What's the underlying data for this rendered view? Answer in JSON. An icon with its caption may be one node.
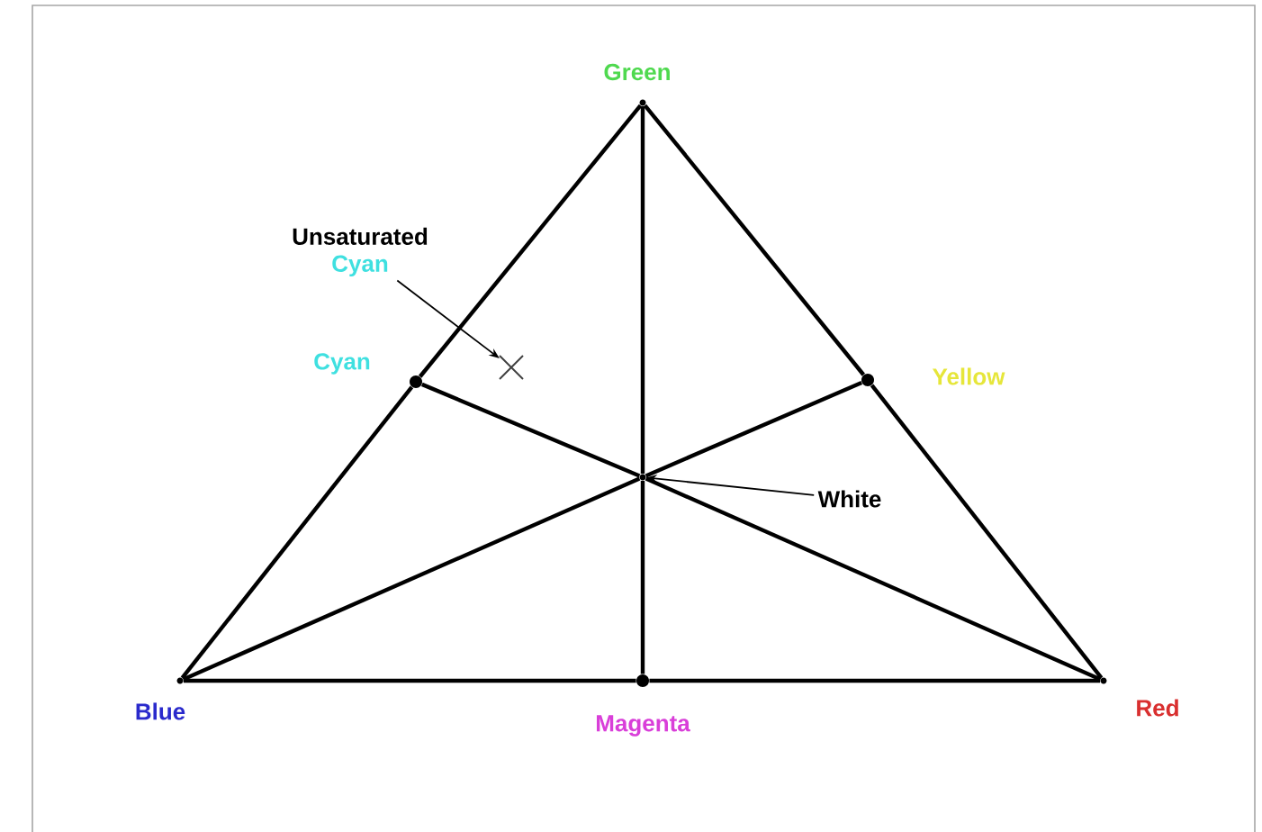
{
  "diagram": {
    "nodes": [
      {
        "text": [],
        "shape": "point",
        "beside": [
          "Green"
        ]
      },
      {
        "text": [],
        "shape": "dot",
        "beside": [
          "Cyan"
        ]
      },
      {
        "text": [],
        "shape": "dot",
        "beside": [
          "Yellow"
        ]
      },
      {
        "text": [],
        "shape": "point",
        "beside": [
          "Blue"
        ]
      },
      {
        "text": [],
        "shape": "dot",
        "beside": [
          "Magenta"
        ]
      },
      {
        "text": [],
        "shape": "point",
        "beside": [
          "Red"
        ]
      },
      {
        "text": [],
        "shape": "point"
      },
      {
        "text": [
          "White"
        ]
      },
      {
        "text": [
          "Unsaturated",
          "Cyan"
        ]
      },
      {
        "text": [],
        "shape": "cross"
      }
    ],
    "edges": [
      {
        "from": 0,
        "to": 1,
        "arrow": "none"
      },
      {
        "from": 1,
        "to": 3,
        "arrow": "none"
      },
      {
        "from": 3,
        "to": 4,
        "arrow": "none"
      },
      {
        "from": 4,
        "to": 5,
        "arrow": "none"
      },
      {
        "from": 5,
        "to": 2,
        "arrow": "none"
      },
      {
        "from": 2,
        "to": 0,
        "arrow": "none"
      },
      {
        "from": 0,
        "to": 6,
        "arrow": "none"
      },
      {
        "from": 6,
        "to": 4,
        "arrow": "none"
      },
      {
        "from": 3,
        "to": 6,
        "arrow": "none"
      },
      {
        "from": 6,
        "to": 2,
        "arrow": "none"
      },
      {
        "from": 5,
        "to": 6,
        "arrow": "none"
      },
      {
        "from": 6,
        "to": 1,
        "arrow": "none"
      },
      {
        "from": 7,
        "to": 6,
        "arrow": "to"
      },
      {
        "from": 8,
        "to": 9,
        "arrow": "to"
      }
    ]
  }
}
